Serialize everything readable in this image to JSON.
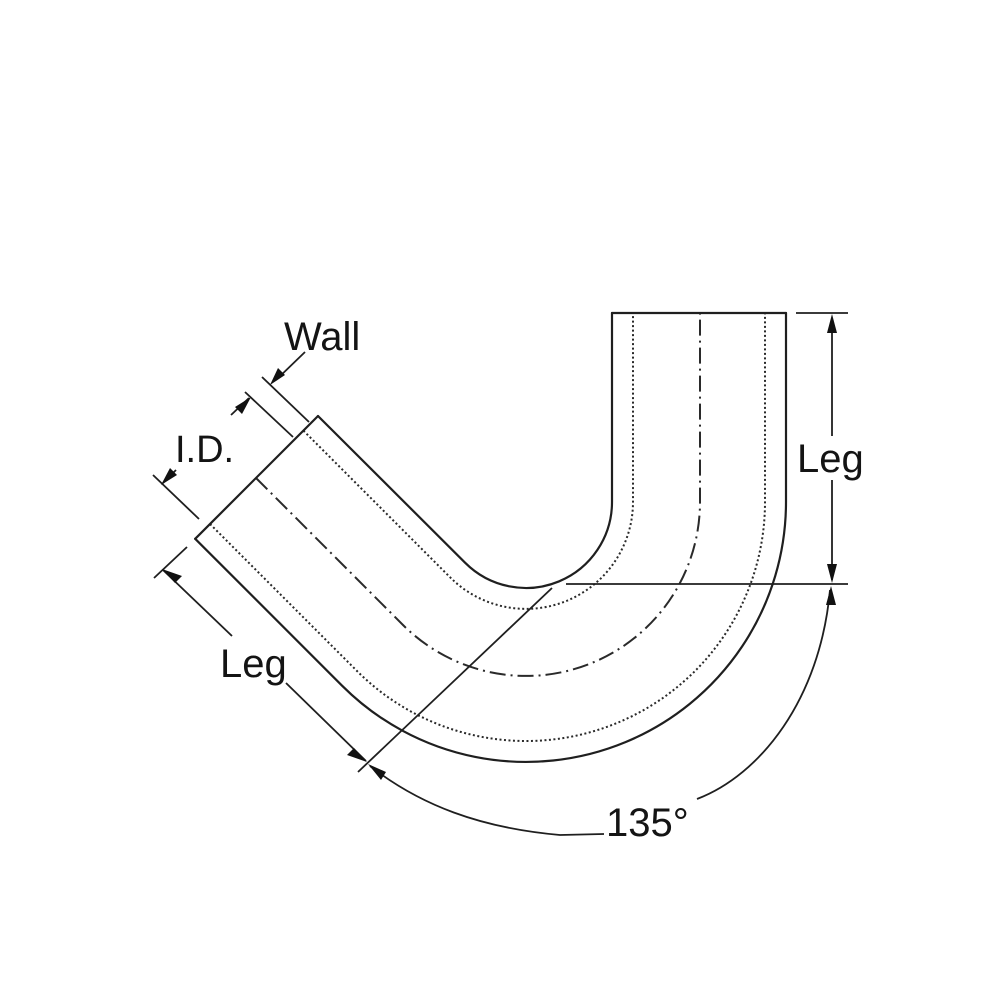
{
  "diagram": {
    "subject": "135 degree elbow tube",
    "labels": {
      "wall": "Wall",
      "inner_diameter": "I.D.",
      "leg_vertical": "Leg",
      "leg_diagonal": "Leg",
      "angle": "135°"
    },
    "colors": {
      "line": "#1f1f1f",
      "background": "#ffffff"
    }
  }
}
